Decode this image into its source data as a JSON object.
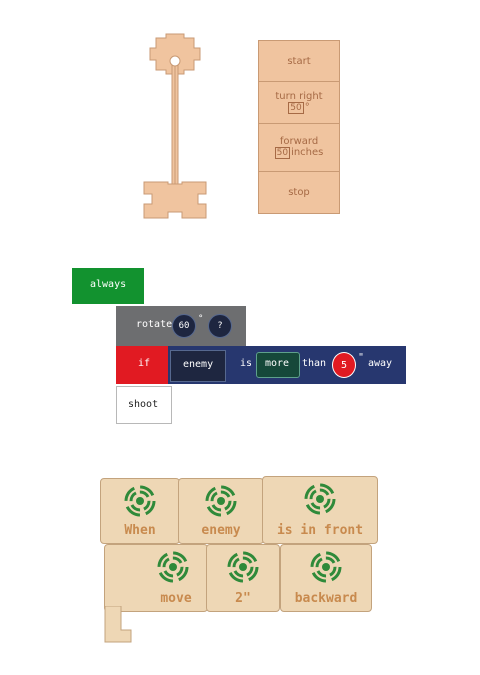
{
  "panel_wood": {
    "blocks": [
      {
        "lines": [
          "start"
        ]
      },
      {
        "lines": [
          "turn right"
        ],
        "value": "50",
        "unit": "°"
      },
      {
        "lines": [
          "forward"
        ],
        "value": "50",
        "unit": "inches"
      },
      {
        "lines": [
          "stop"
        ]
      }
    ]
  },
  "panel_digital": {
    "always": "always",
    "rotate": {
      "label": "rotate",
      "value": "60",
      "unit": "°",
      "question": "?"
    },
    "if_row": {
      "if": "if",
      "enemy": "enemy",
      "is": "is",
      "more": "more",
      "than": "than",
      "value": "5",
      "unit": "\"",
      "away": "away"
    },
    "shoot": "shoot",
    "colors": {
      "green": "#12922f",
      "gray": "#6d6e70",
      "red": "#e11a22",
      "navy": "#27376f"
    }
  },
  "panel_tiles": {
    "row1": [
      "When",
      "enemy",
      "is in front"
    ],
    "row2": [
      "move",
      "2\"",
      "backward"
    ],
    "icon": "sensor-icon",
    "icon_color": "#2f8a3a"
  }
}
